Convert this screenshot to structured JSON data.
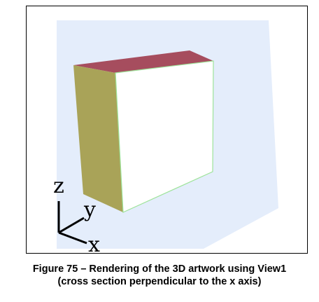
{
  "figure": {
    "axis_labels": {
      "z": "z",
      "y": "y",
      "x": "x"
    },
    "colors": {
      "background": "#e4edfb",
      "top_face": "#a64d5e",
      "side_face": "#a9a358",
      "front_face": "#ffffff",
      "edge": "#9ee39a"
    }
  },
  "caption": {
    "line1": "Figure 75 –  Rendering of the 3D artwork using View1",
    "line2": "(cross section perpendicular to the x axis)"
  }
}
